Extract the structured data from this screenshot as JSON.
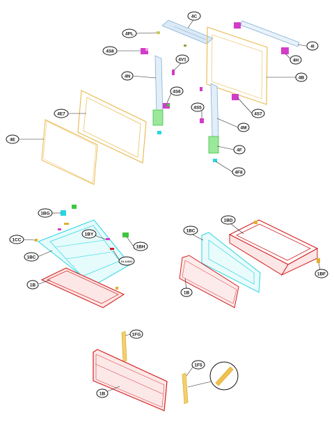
{
  "labels": {
    "c4": "4C",
    "pl4": "4PL",
    "s8": "4S8",
    "v1": "4V1",
    "n4": "4N",
    "s6": "4S6",
    "e7": "4E7",
    "e4": "4E",
    "i4": "4I",
    "h4": "4H",
    "b4": "4B",
    "s5": "4S5",
    "s7": "4S7",
    "m4": "4M",
    "f4": "4F",
    "f8": "4F8",
    "bg": "1BG",
    "cc": "1CC",
    "by": "1BY",
    "bh": "1BH",
    "bc1": "1BC",
    "b1": "1B",
    "bd": "1BD",
    "bc2": "1BC",
    "b2": "1B",
    "bf": "1BF",
    "fg": "1FG",
    "f5": "1F5",
    "b3": "1B"
  },
  "part_colors": {
    "door_glass": "#e8b84a",
    "frame_blue": "#7fb0d8",
    "hinge_magenta": "#d23cc8",
    "hinge_green": "#3fc63f",
    "cyan_part": "#29d6df",
    "drawer_red": "#d22020",
    "gold_trim": "#e0b030",
    "dark_frame": "#555555"
  },
  "label_extra": "10-12022"
}
